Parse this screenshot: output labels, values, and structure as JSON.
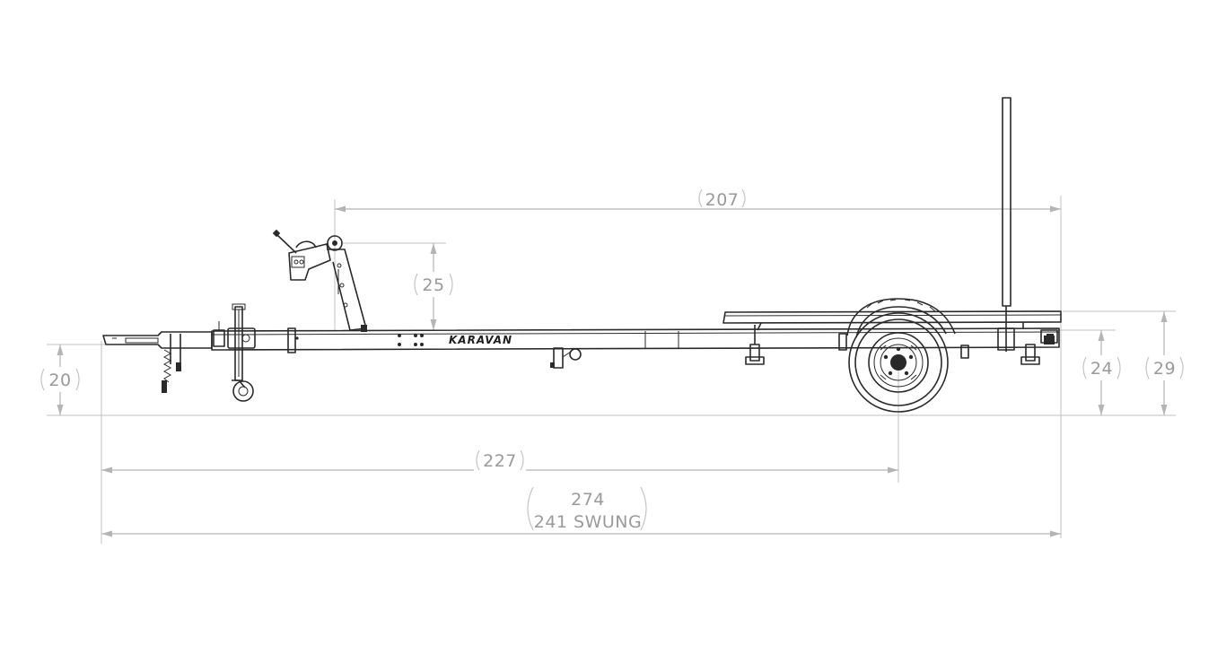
{
  "diagram": {
    "brand": "KARAVAN",
    "dimensions": {
      "mast_to_rear": "207",
      "winch_height": "25",
      "tongue_height": "20",
      "fender_height": "24",
      "bunk_height": "29",
      "hitch_to_axle": "227",
      "overall_length": "274",
      "overall_swung": "241 SWUNG"
    }
  }
}
